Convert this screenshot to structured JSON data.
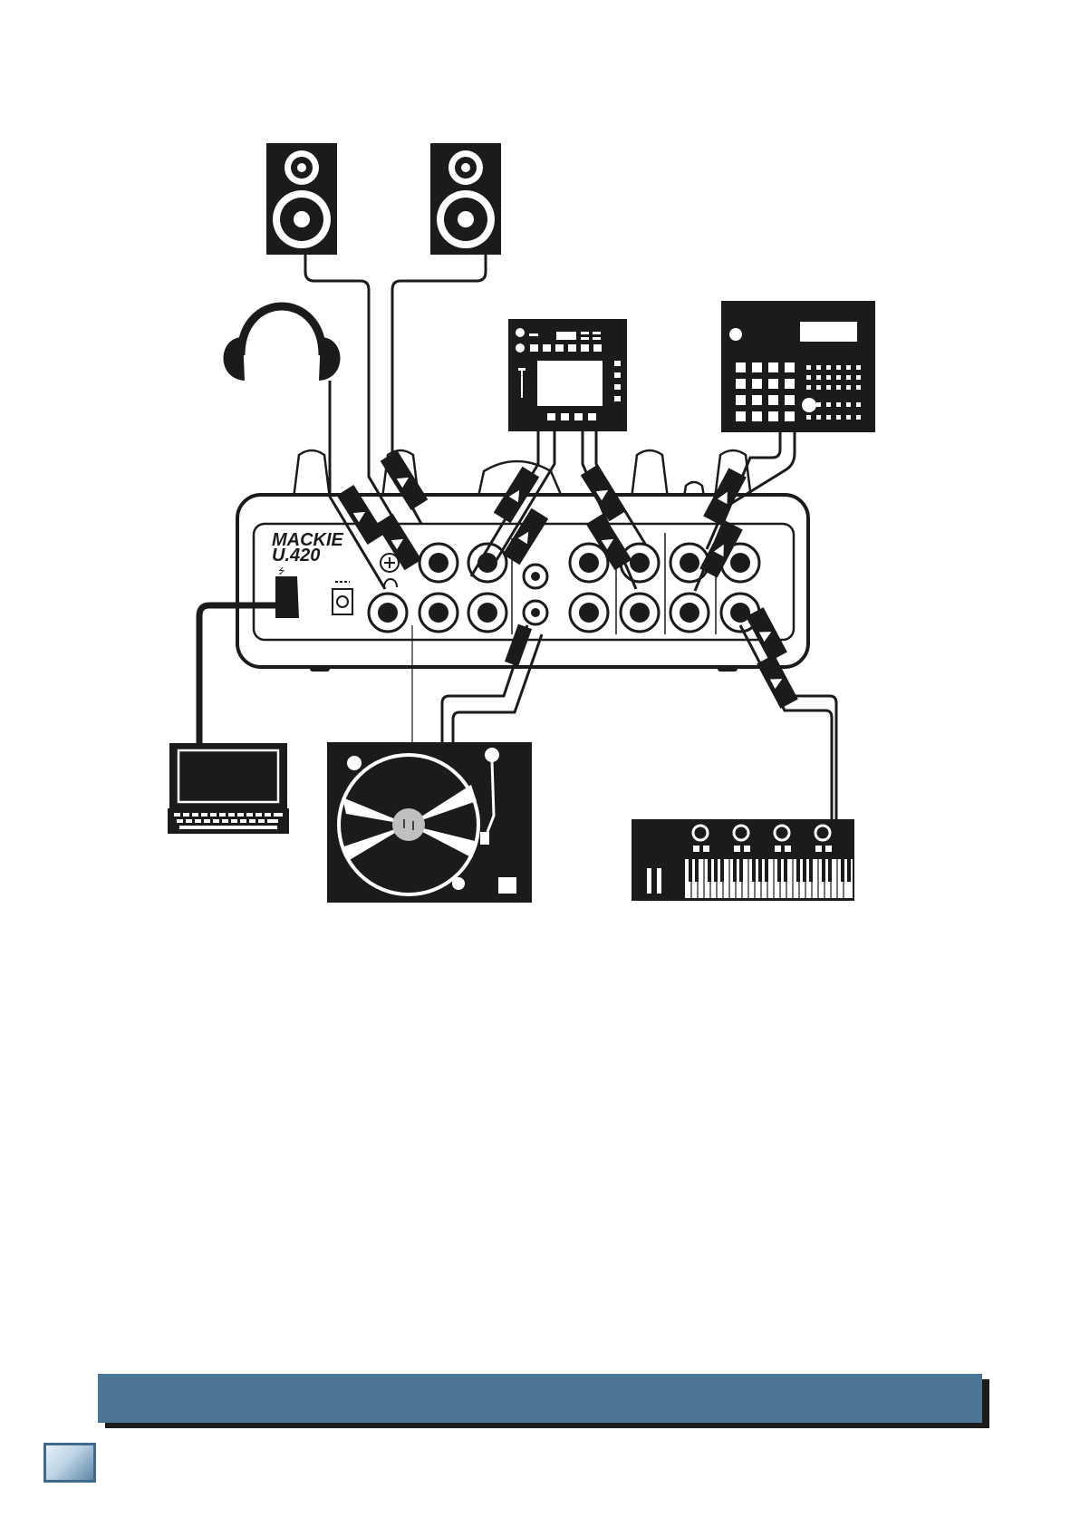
{
  "mixer": {
    "brand": "MACKIE",
    "model": "U.420"
  },
  "devices": [
    "speaker",
    "speaker",
    "headphones",
    "effects-processor",
    "drum-machine",
    "laptop",
    "turntable",
    "keyboard"
  ],
  "colors": {
    "ink": "#1b1b1b",
    "paper": "#ffffff",
    "footer_bar": "#4a7594",
    "page_tab": "#5d86a6"
  }
}
